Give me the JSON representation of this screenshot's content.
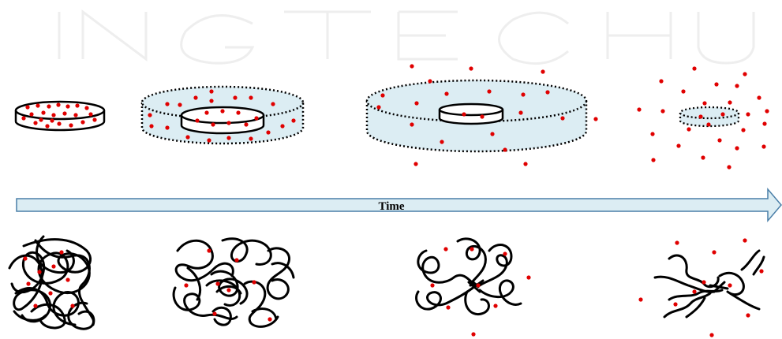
{
  "timeline": {
    "label": "Time"
  },
  "colors": {
    "particle": "#e00000",
    "outline": "#000000",
    "swollen_fill": "#dcedf3",
    "arrow_fill": "#dcedf3",
    "arrow_stroke": "#4a7fa8",
    "watermark": "#eeeeee"
  },
  "stages": [
    {
      "id": "initial-disc"
    },
    {
      "id": "swelling-disc"
    },
    {
      "id": "max-swelling-disc"
    },
    {
      "id": "eroded-disc"
    }
  ]
}
